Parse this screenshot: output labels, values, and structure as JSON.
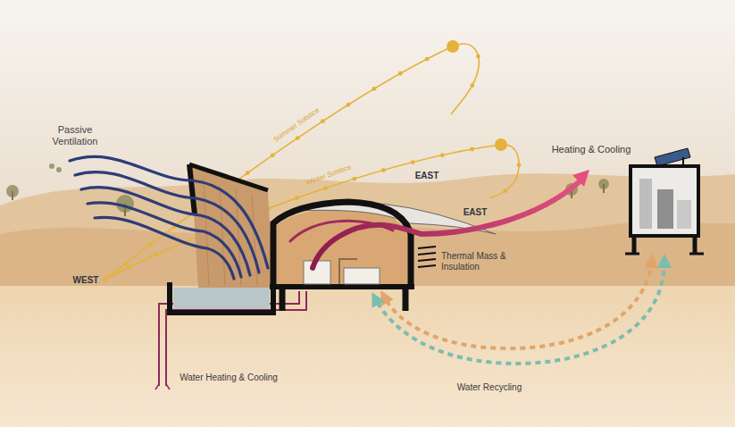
{
  "diagram": {
    "labels": [
      "Passive Ventilation",
      "Summer Solstice",
      "Winter Solstice",
      "EAST",
      "EAST",
      "WEST",
      "Heating & Cooling",
      "Thermal Mass & Insulation",
      "Water Heating & Cooling",
      "Water Recycling"
    ]
  }
}
